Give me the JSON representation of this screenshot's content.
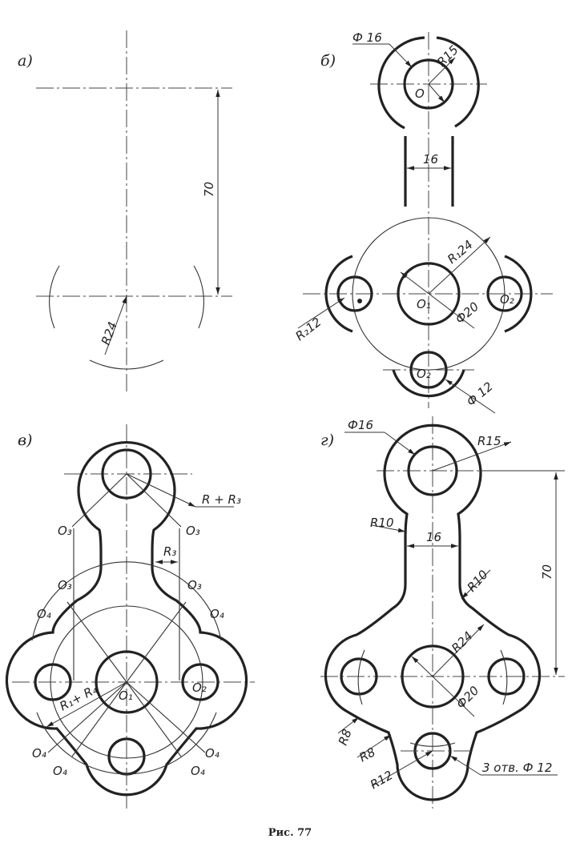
{
  "figure": {
    "caption": "Рис. 77",
    "panels": {
      "a": {
        "label": "а)",
        "dim_length": "70",
        "dim_radius": "R24"
      },
      "b": {
        "label": "б)",
        "dia_top": "Ф 16",
        "rad_top": "R15",
        "center_top": "O",
        "width_slot": "16",
        "rad_center": "R₁24",
        "center_main": "O₁",
        "dia_main": "Ф20",
        "rad_side": "R₂12",
        "center_right": "O₂",
        "center_bottom": "O₂",
        "dia_small": "Ф 12"
      },
      "c": {
        "label": "в)",
        "label_rr3": "R + R₃",
        "label_r3": "R₃",
        "o3_a": "O₃",
        "o3_b": "O₃",
        "o3_c": "O₃",
        "o3_d": "O₃",
        "o4_a": "O₄",
        "o4_b": "O₄",
        "o4_c": "O₄",
        "o4_d": "O₄",
        "o4_e": "O₄",
        "o4_f": "O₄",
        "label_r1r4": "R₁+ R₄",
        "center_main": "O₁",
        "center_right": "O₂"
      },
      "d": {
        "label": "г)",
        "dia_top": "Ф16",
        "rad_top": "R15",
        "rad_fillet_left": "R10",
        "rad_fillet_right": "R10",
        "width_slot": "16",
        "dim_length": "70",
        "rad_main": "R24",
        "dia_main": "Ф20",
        "rad_r8_a": "R8",
        "rad_r8_b": "R8",
        "rad_r12": "R12",
        "holes_note": "3 отв. Ф 12"
      }
    }
  }
}
